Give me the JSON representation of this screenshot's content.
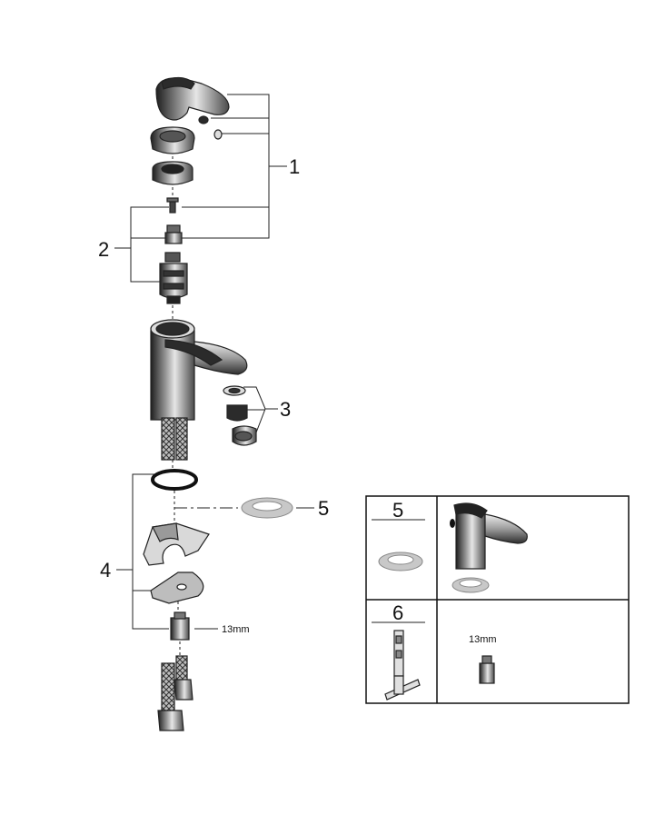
{
  "callouts": {
    "c1": "1",
    "c2": "2",
    "c3": "3",
    "c4": "4",
    "c5": "5"
  },
  "spanner_size": "13mm",
  "inset": {
    "cell_a_label": "5",
    "cell_c_label": "6",
    "cell_d_size": "13mm"
  },
  "colors": {
    "line": "#222222",
    "metal_dark": "#2b2b2b",
    "metal_mid": "#8a8a8a",
    "metal_light": "#d4d4d4",
    "gray_part": "#b8b8b8"
  },
  "icons": [
    "tap-lever-icon",
    "cartridge-icon",
    "spout-body-icon",
    "aerator-icon",
    "washer-icon",
    "hose-icon",
    "spanner-nut-icon",
    "hex-key-tool-icon"
  ]
}
